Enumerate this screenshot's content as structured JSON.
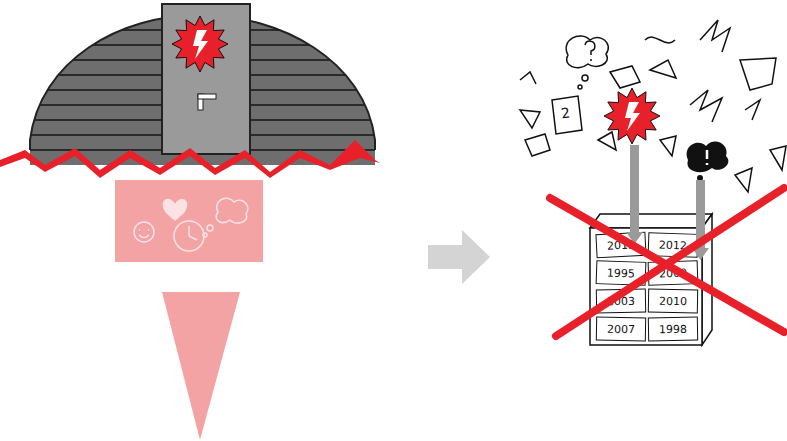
{
  "diagram": {
    "nodes": [
      {
        "text": [
          "2013"
        ]
      },
      {
        "text": [
          "2012"
        ]
      },
      {
        "text": [
          "1995"
        ]
      },
      {
        "text": [
          "2000"
        ]
      },
      {
        "text": [
          "2003"
        ]
      },
      {
        "text": [
          "2010"
        ]
      },
      {
        "text": [
          "2007"
        ]
      },
      {
        "text": [
          "1998"
        ]
      }
    ],
    "labels": [
      "2"
    ]
  }
}
